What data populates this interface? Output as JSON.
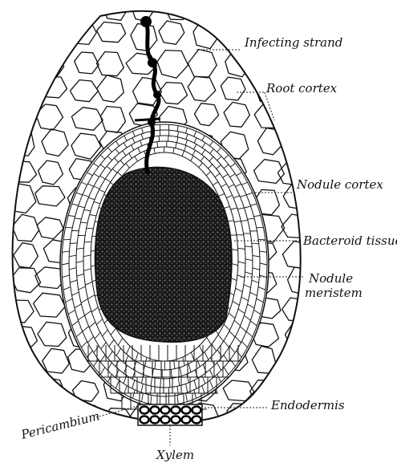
{
  "figure": {
    "labels": {
      "infecting_strand": "Infecting strand",
      "root_cortex": "Root cortex",
      "nodule_cortex": "Nodule cortex",
      "bacteroid_tissue": "Bacteroid tissue",
      "nodule_meristem_1": "Nodule",
      "nodule_meristem_2": "meristem",
      "endodermis": "Endodermis",
      "pericambium": "Pericambium",
      "xylem": "Xylem"
    },
    "colors": {
      "ink": "#111111",
      "paper": "#ffffff"
    }
  }
}
